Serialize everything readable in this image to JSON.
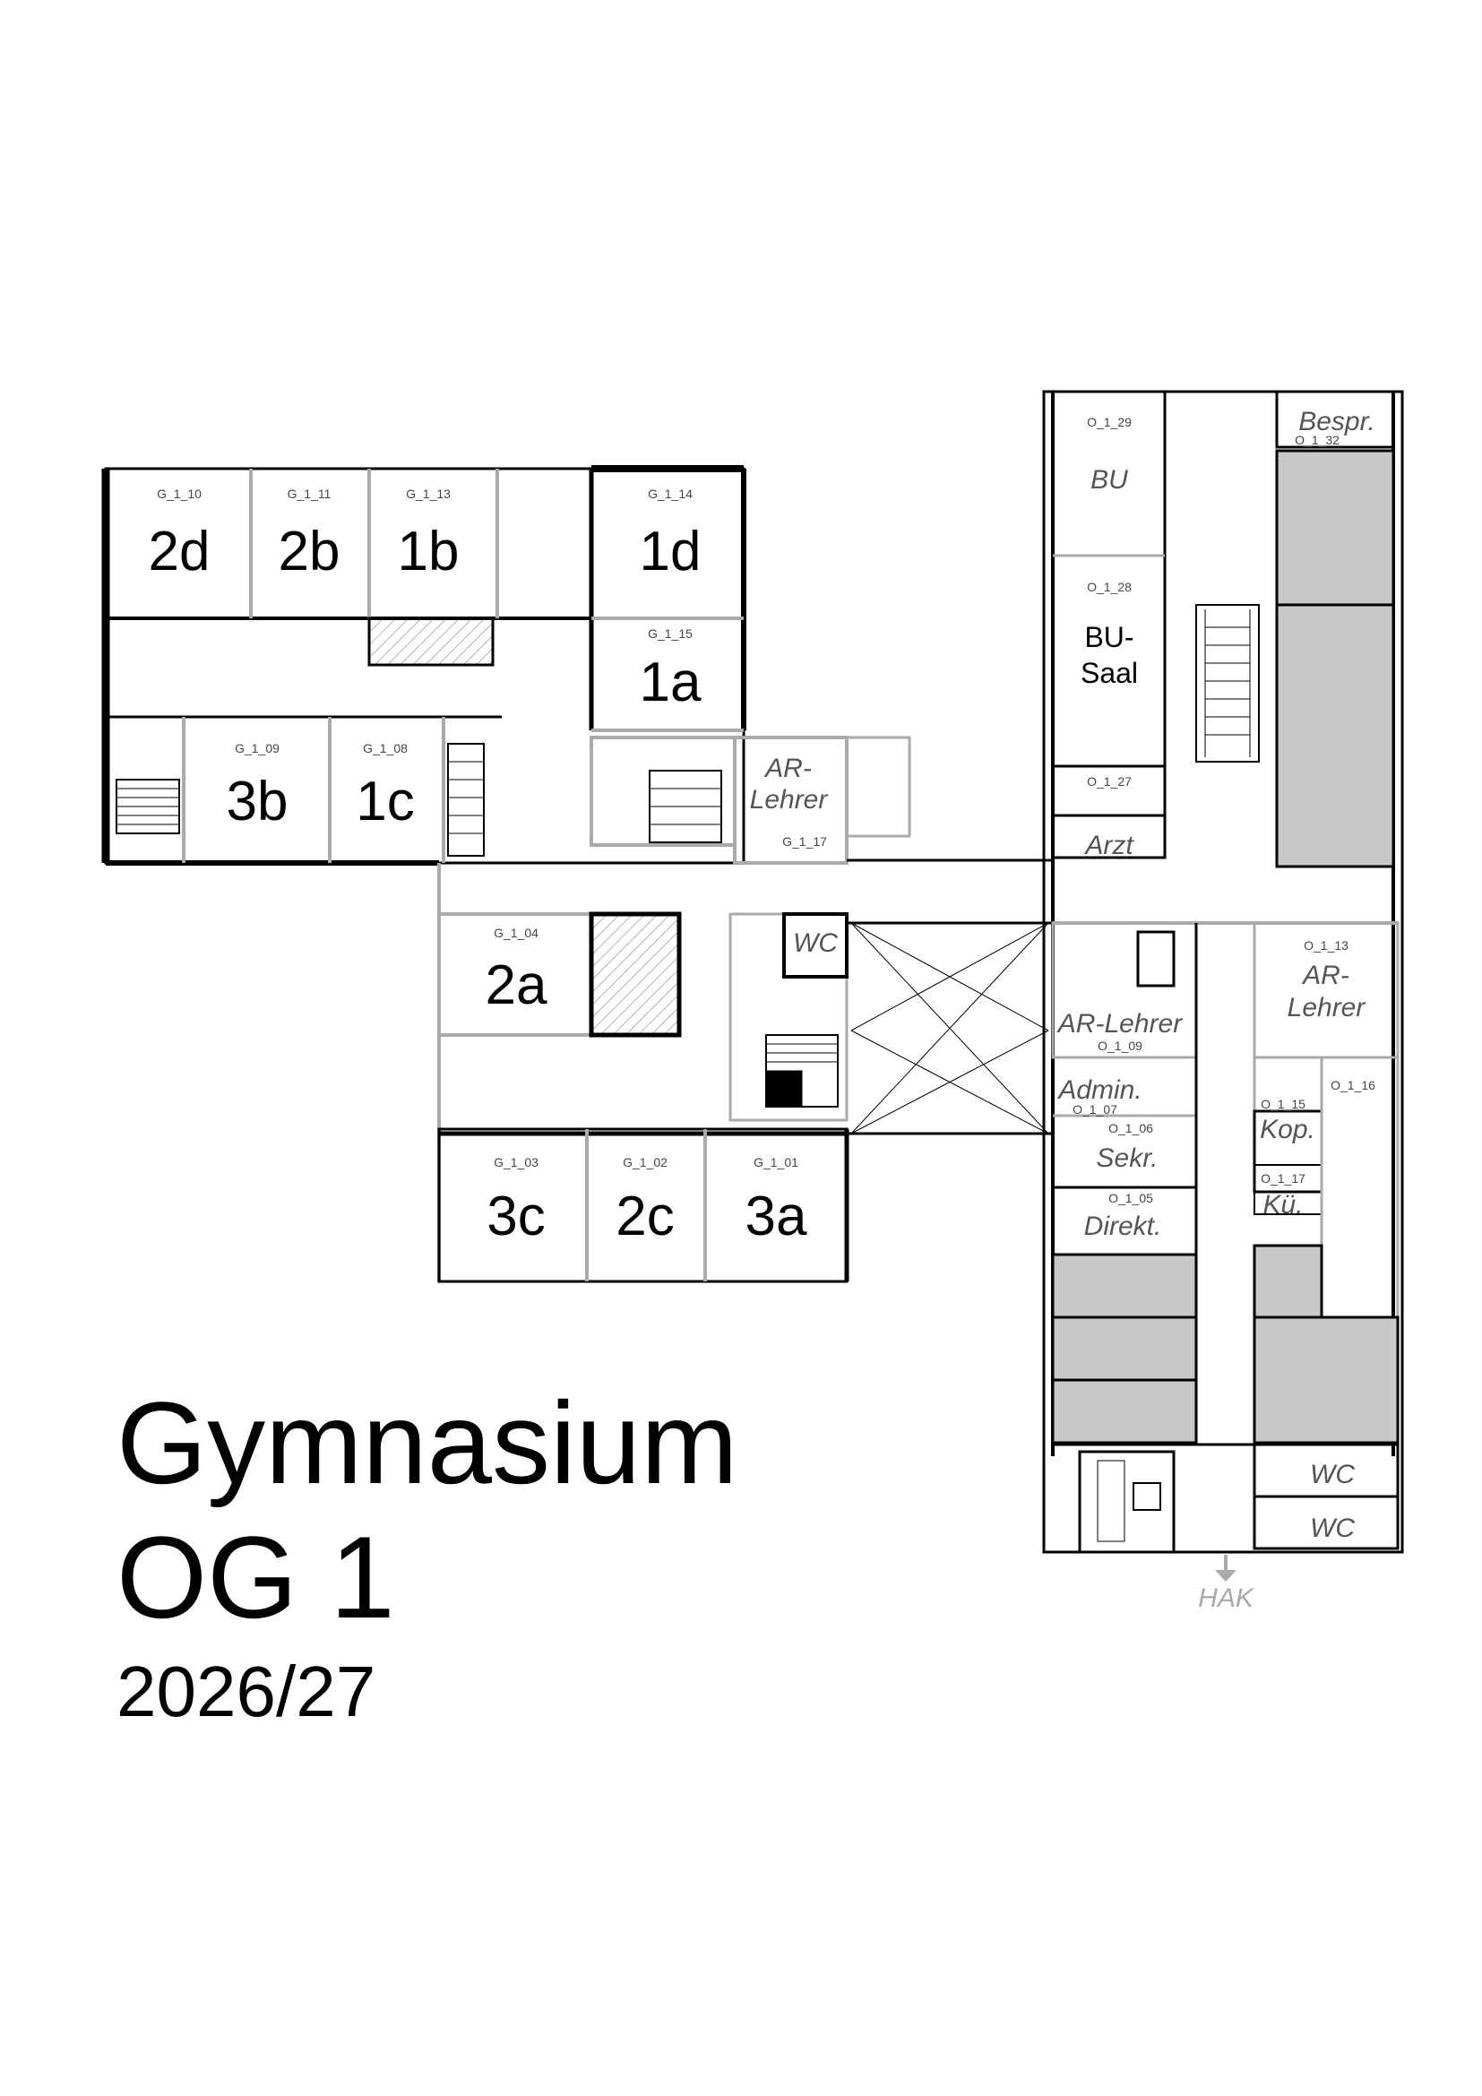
{
  "title": {
    "main": "Gymnasium",
    "floor": "OG 1",
    "year": "2026/27"
  },
  "rooms": {
    "g110": {
      "code": "G_1_10",
      "label": "2d"
    },
    "g111": {
      "code": "G_1_11",
      "label": "2b"
    },
    "g113": {
      "code": "G_1_13",
      "label": "1b"
    },
    "g114": {
      "code": "G_1_14",
      "label": "1d"
    },
    "g115": {
      "code": "G_1_15",
      "label": "1a"
    },
    "g109": {
      "code": "G_1_09",
      "label": "3b"
    },
    "g108": {
      "code": "G_1_08",
      "label": "1c"
    },
    "g117": {
      "code": "G_1_17",
      "label_line1": "AR-",
      "label_line2": "Lehrer"
    },
    "g104": {
      "code": "G_1_04",
      "label": "2a"
    },
    "g103": {
      "code": "G_1_03",
      "label": "3c"
    },
    "g102": {
      "code": "G_1_02",
      "label": "2c"
    },
    "g101": {
      "code": "G_1_01",
      "label": "3a"
    },
    "g_wc": {
      "label": "WC"
    },
    "o129": {
      "code": "O_1_29",
      "label": "BU"
    },
    "o128": {
      "code": "O_1_28",
      "label_line1": "BU-",
      "label_line2": "Saal"
    },
    "o127": {
      "code": "O_1_27",
      "label": "Arzt"
    },
    "o132": {
      "code": "O_1_32",
      "label": "Bespr."
    },
    "o113": {
      "code": "O_1_13",
      "label_line1": "AR-",
      "label_line2": "Lehrer"
    },
    "o109": {
      "code": "O_1_09",
      "label": "AR-Lehrer"
    },
    "o107": {
      "code": "O_1_07",
      "label": "Admin."
    },
    "o106": {
      "code": "O_1_06",
      "label": "Sekr."
    },
    "o105": {
      "code": "O_1_05",
      "label": "Direkt."
    },
    "o115": {
      "code": "O_1_15",
      "label": "Kop."
    },
    "o117": {
      "code": "O_1_17",
      "label": "Kü."
    },
    "o116": {
      "code": "O_1_16"
    },
    "wc1": {
      "label": "WC"
    },
    "wc2": {
      "label": "WC"
    }
  },
  "exit_label": "HAK",
  "colors": {
    "wall": "#000000",
    "inner_wall": "#b0b0b0",
    "shaded_area": "#c8c8c8",
    "hatch": "#999999",
    "hak_label": "#aaaaaa"
  }
}
